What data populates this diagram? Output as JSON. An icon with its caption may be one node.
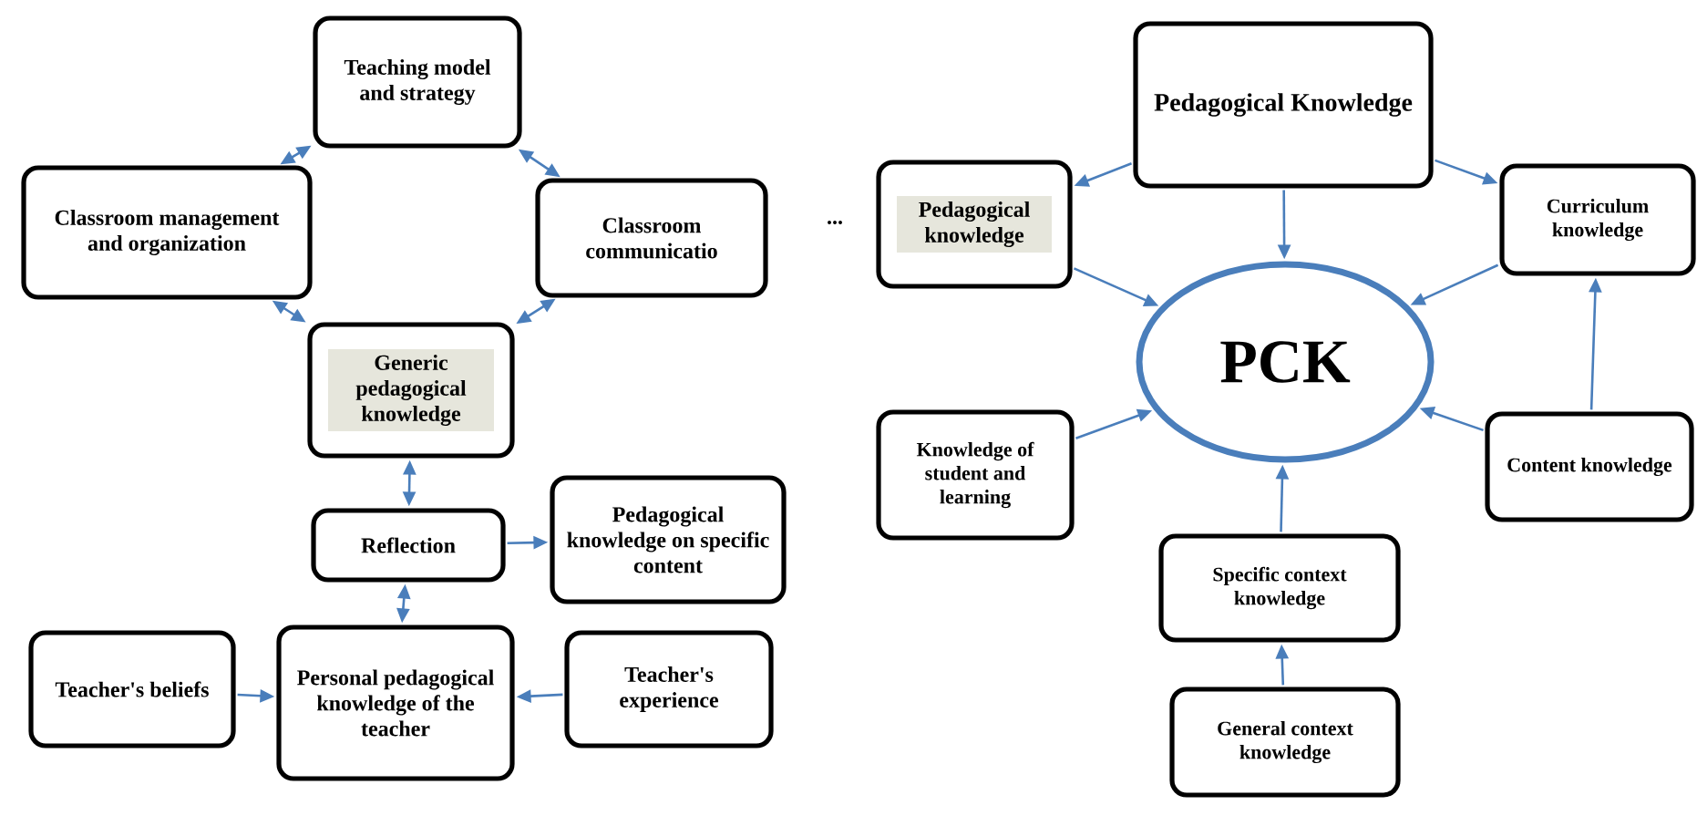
{
  "diagram": {
    "nodes": [
      {
        "text": [
          "Teaching model and strategy"
        ]
      },
      {
        "text": [
          "Classroom management and organization"
        ]
      },
      {
        "text": [
          "Classroom communicatio"
        ]
      },
      {
        "text": [
          "Generic pedagogical knowledge"
        ]
      },
      {
        "text": [
          "Reflection"
        ]
      },
      {
        "text": [
          "Pedagogical knowledge on specific content"
        ]
      },
      {
        "text": [
          "Personal pedagogical knowledge of the teacher"
        ]
      },
      {
        "text": [
          "Teacher's beliefs"
        ]
      },
      {
        "text": [
          "Teacher's experience"
        ]
      },
      {
        "text": [
          "Pedagogical Knowledge"
        ]
      },
      {
        "text": [
          "Pedagogical knowledge"
        ]
      },
      {
        "text": [
          "Curriculum knowledge"
        ]
      },
      {
        "text": [
          "PCK"
        ]
      },
      {
        "text": [
          "Knowledge of student and learning"
        ]
      },
      {
        "text": [
          "Content knowledge"
        ]
      },
      {
        "text": [
          "Specific context knowledge"
        ]
      },
      {
        "text": [
          "General context knowledge"
        ]
      }
    ],
    "edges": [
      {
        "from": 0,
        "to": 1,
        "arrow": "both"
      },
      {
        "from": 0,
        "to": 2,
        "arrow": "both"
      },
      {
        "from": 1,
        "to": 3,
        "arrow": "both"
      },
      {
        "from": 2,
        "to": 3,
        "arrow": "both"
      },
      {
        "from": 3,
        "to": 4,
        "arrow": "both"
      },
      {
        "from": 4,
        "to": 6,
        "arrow": "both"
      },
      {
        "from": 4,
        "to": 5,
        "arrow": "to"
      },
      {
        "from": 7,
        "to": 6,
        "arrow": "to"
      },
      {
        "from": 8,
        "to": 6,
        "arrow": "to"
      },
      {
        "from": 9,
        "to": 10,
        "arrow": "to"
      },
      {
        "from": 9,
        "to": 11,
        "arrow": "to"
      },
      {
        "from": 9,
        "to": 12,
        "arrow": "to"
      },
      {
        "from": 10,
        "to": 12,
        "arrow": "to"
      },
      {
        "from": 11,
        "to": 12,
        "arrow": "to"
      },
      {
        "from": 13,
        "to": 12,
        "arrow": "to"
      },
      {
        "from": 14,
        "to": 12,
        "arrow": "to"
      },
      {
        "from": 14,
        "to": 11,
        "arrow": "to"
      },
      {
        "from": 15,
        "to": 12,
        "arrow": "to"
      },
      {
        "from": 16,
        "to": 15,
        "arrow": "to"
      }
    ],
    "labels": [
      "..."
    ]
  }
}
